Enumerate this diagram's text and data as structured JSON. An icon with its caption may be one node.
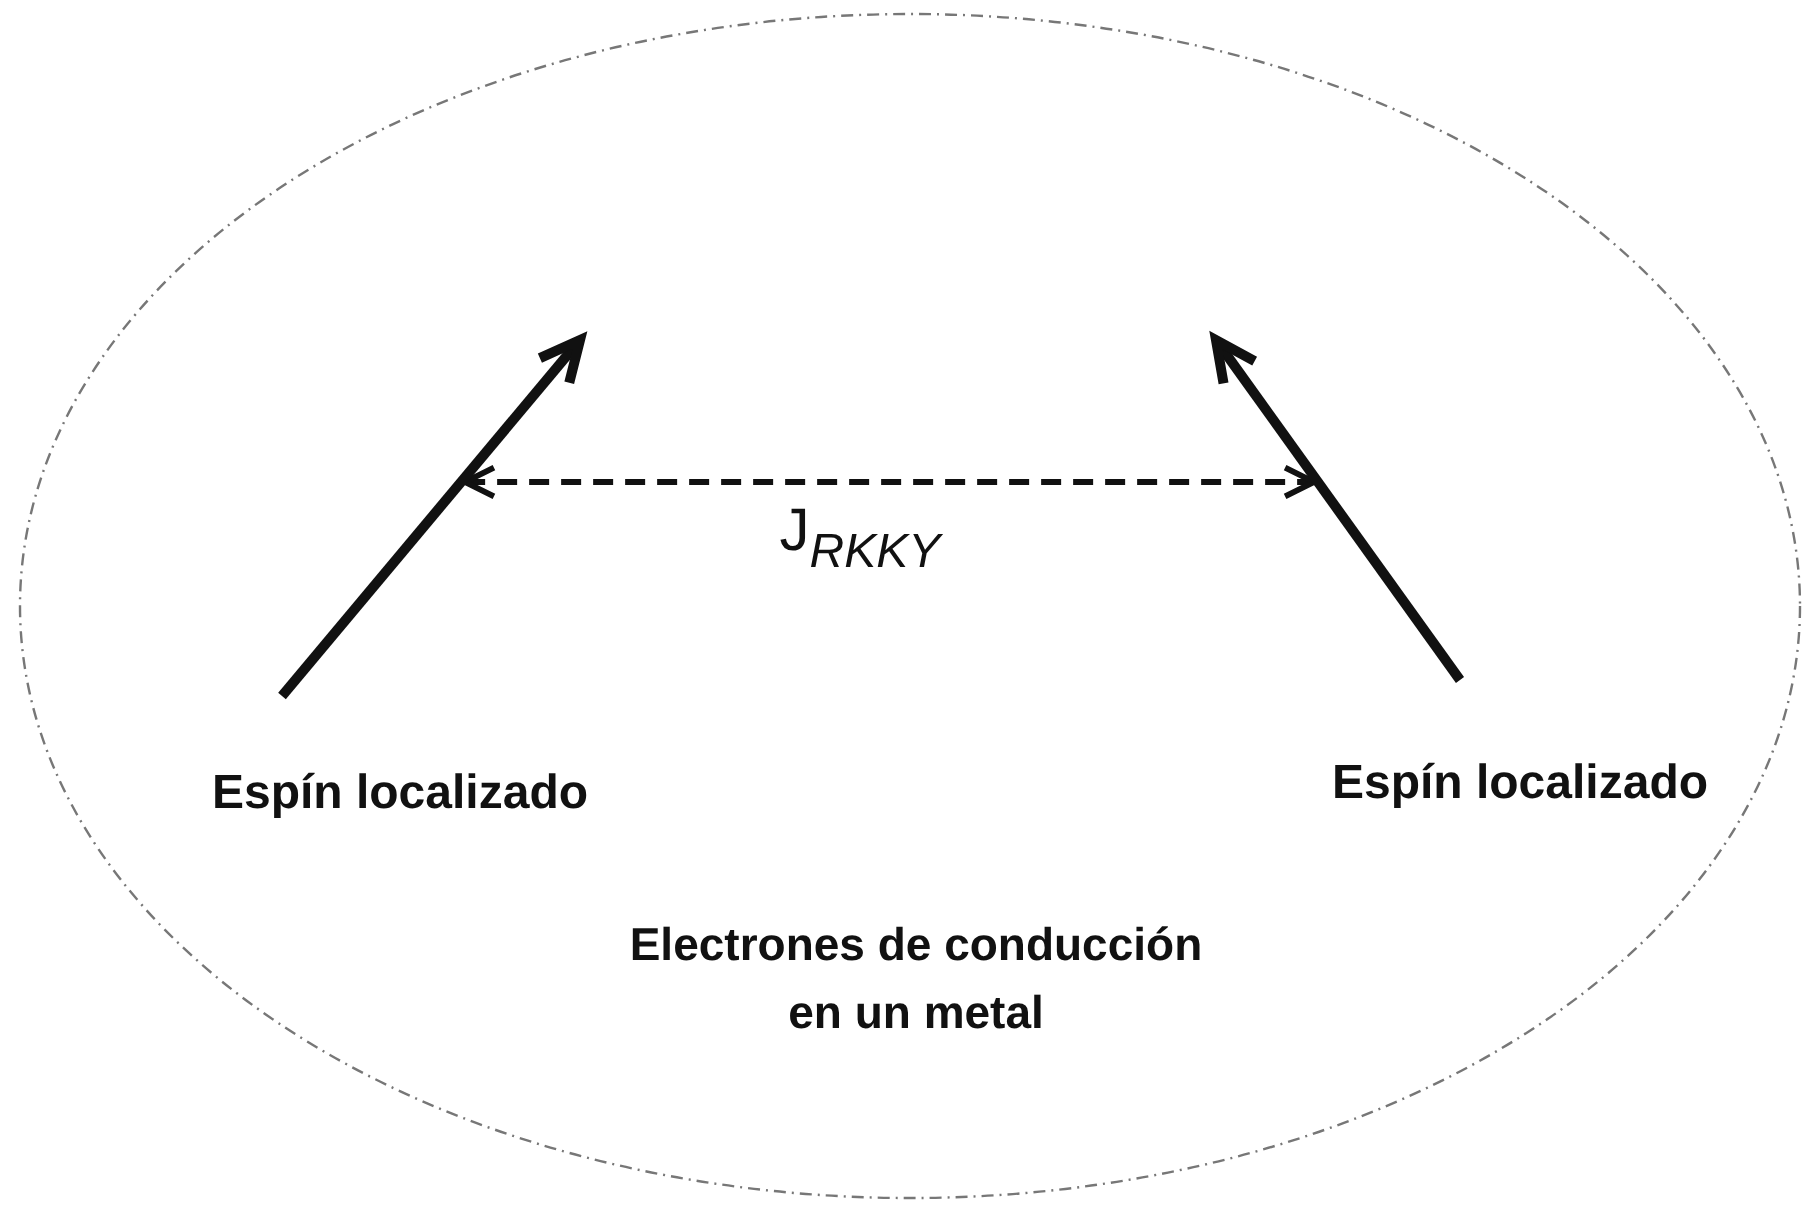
{
  "diagram": {
    "nodes": [
      {
        "text": [
          "Electrones de conducción en un metal"
        ]
      },
      {
        "text": [],
        "shape": "arrow",
        "beside": [
          "Espín localizado"
        ],
        "in": 0
      },
      {
        "text": [],
        "shape": "arrow",
        "beside": [
          "Espín localizado"
        ],
        "in": 0
      }
    ],
    "edges": [
      {
        "from": 1,
        "to": 2,
        "arrow": "both",
        "style": "dashed",
        "label": "J$_{RKKY}$"
      }
    ]
  }
}
